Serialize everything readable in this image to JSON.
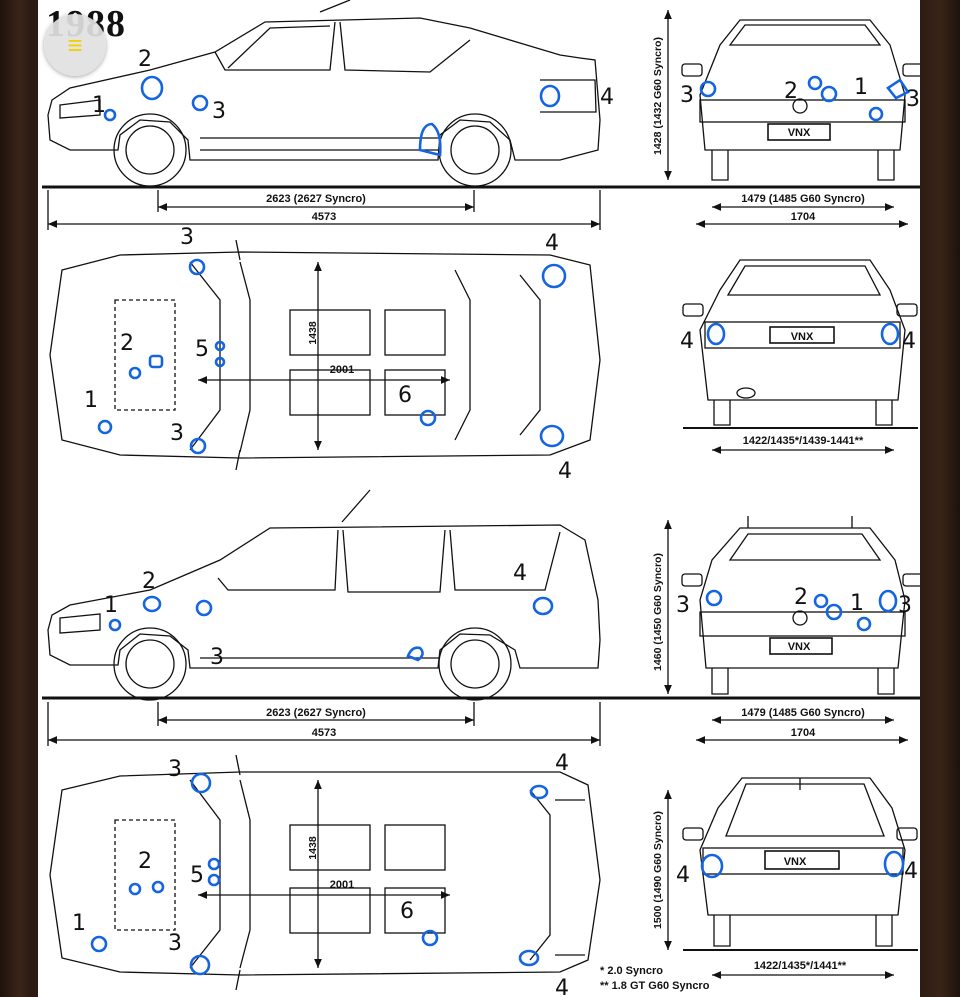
{
  "header": {
    "year": "1988",
    "menu_icon": "hamburger-icon"
  },
  "colors": {
    "marker": "#1565e0",
    "ink": "#111111",
    "frame": "#2a1a12"
  },
  "diagrams": {
    "sedan_side": {
      "wheelbase": "2623 (2627 Syncro)",
      "length": "4573",
      "marks": {
        "m1": "1",
        "m2": "2",
        "m3": "3",
        "m4": "4"
      }
    },
    "sedan_rear": {
      "height": "1428 (1432 G60 Syncro)",
      "track": "1479 (1485 G60 Syncro)",
      "width": "1704",
      "plate": "VNX",
      "marks": {
        "m3a": "3",
        "m2": "2",
        "m1": "1",
        "m3b": "3"
      }
    },
    "sedan_top": {
      "width": "1438",
      "wheelbase": "2001",
      "marks": {
        "m3a": "3",
        "m4a": "4",
        "m2": "2",
        "m5": "5",
        "m1": "1",
        "m6": "6",
        "m3b": "3",
        "m4b": "4"
      }
    },
    "sedan_front": {
      "track": "1422/1435*/1439-1441**",
      "plate": "VNX",
      "marks": {
        "m4a": "4",
        "m4b": "4"
      }
    },
    "wagon_side": {
      "wheelbase": "2623 (2627 Syncro)",
      "length": "4573",
      "marks": {
        "m2": "2",
        "m1": "1",
        "m3": "3",
        "m4": "4"
      }
    },
    "wagon_rear": {
      "height": "1460 (1450 G60 Syncro)",
      "track": "1479 (1485 G60 Syncro)",
      "width": "1704",
      "plate": "VNX",
      "marks": {
        "m3a": "3",
        "m2": "2",
        "m1": "1",
        "m3b": "3"
      }
    },
    "wagon_top": {
      "width": "1438",
      "wheelbase": "2001",
      "marks": {
        "m3a": "3",
        "m4a": "4",
        "m2": "2",
        "m5": "5",
        "m6": "6",
        "m1": "1",
        "m3b": "3",
        "m4b": "4"
      }
    },
    "wagon_front": {
      "height": "1500 (1490 G60 Syncro)",
      "track": "1422/1435*/1441**",
      "plate": "VNX",
      "marks": {
        "m4a": "4",
        "m4b": "4"
      }
    }
  },
  "footnotes": {
    "note1": "* 2.0 Syncro",
    "note2": "** 1.8 GT G60 Syncro"
  }
}
